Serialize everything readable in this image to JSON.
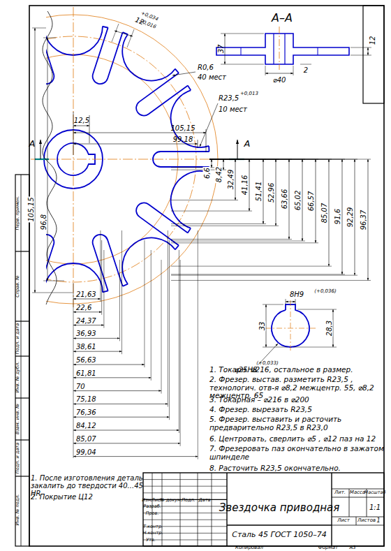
{
  "diagram": {
    "title": "Звездочка приводная",
    "labels": [
      "А–А",
      "37",
      "12",
      "⌀40",
      "2",
      "12",
      "+0,034",
      "+0,016",
      "R0,6",
      "40 мест",
      "R23,5",
      "+0,013",
      "10 мест",
      "12,5",
      "105,15",
      "99,18",
      "А",
      "А",
      "6,6",
      "8,42",
      "32,49",
      "41,16",
      "51,41",
      "52,96",
      "63,66",
      "65,02",
      "66,57",
      "85,07",
      "91,6",
      "92,29",
      "96,37",
      "105,15",
      "96,8",
      "21,63",
      "22,6",
      "24,37",
      "36,93",
      "38,61",
      "56,63",
      "61,81",
      "70",
      "75,18",
      "76,36",
      "84,12",
      "85,07",
      "99,04",
      "8H9",
      "(+0,036)",
      "33",
      "28,3",
      "⌀25H8",
      "(+0,033)",
      "1. Токарн. ⌀216, остальное в размер.",
      "2. Фрезер. выстав. разметить R23,5 , технологич. отв-я ⌀8,2 межцентр. 55, ⌀8,2 межцентр. 65",
      "3. Токарная – ⌀216 в ⌀200",
      "4. Фрезер. вырезать R23,5",
      "5. Фрезер. выставить и расточить предварительно R23,5 в R23,0",
      "6. Центровать, сверлить ⌀5 , ⌀12 паз на 12",
      "7. Фрезеровать паз окончательно в зажатом шпинделе",
      "8. Расточить R23,5 окончательно.",
      "1. После изготовления деталь закалить до твердости 40...45 HR",
      "2. Покрытие Ц12",
      "Изм.",
      "Лист",
      "№ докум.",
      "Подп.",
      "Дата",
      "Разраб.",
      "Пров.",
      "Т.контр.",
      "Н.контр.",
      "Утв.",
      "Сталь 45 ГОСТ 1050–74",
      "Лит.",
      "Масса",
      "Масштаб",
      "1:1",
      "Лист",
      "Листов",
      "1",
      "Копировал",
      "Формат",
      "A3",
      "Перв. примен.",
      "Справ. №",
      "Подп. и дата",
      "Инв. № дубл.",
      "Взам. инв. №",
      "Подп. и дата",
      "Инв. № подл."
    ]
  }
}
